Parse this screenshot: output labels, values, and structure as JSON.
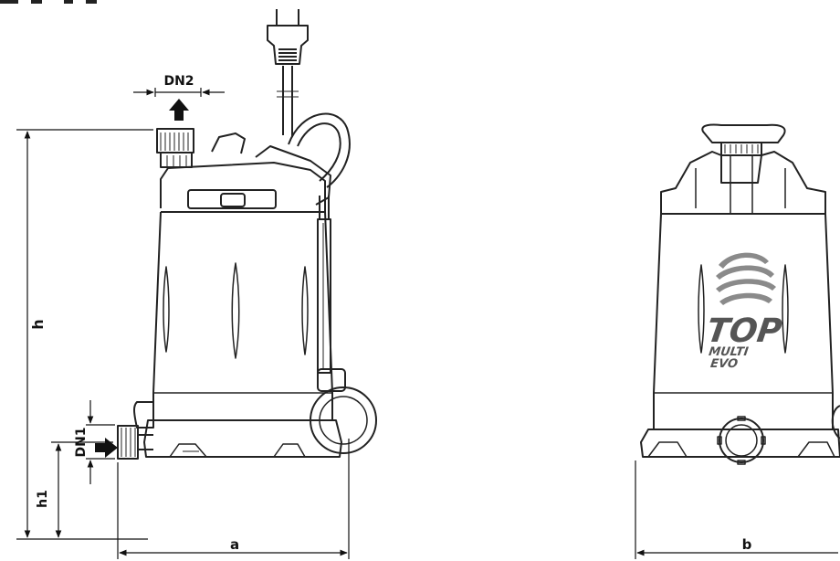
{
  "dimensions": {
    "dn2": "DN2",
    "dn1": "DN1",
    "h": "h",
    "h1": "h1",
    "a": "a",
    "b": "b"
  },
  "logo": {
    "top": "TOP",
    "multi": "MULTI",
    "evo": "EVO"
  }
}
